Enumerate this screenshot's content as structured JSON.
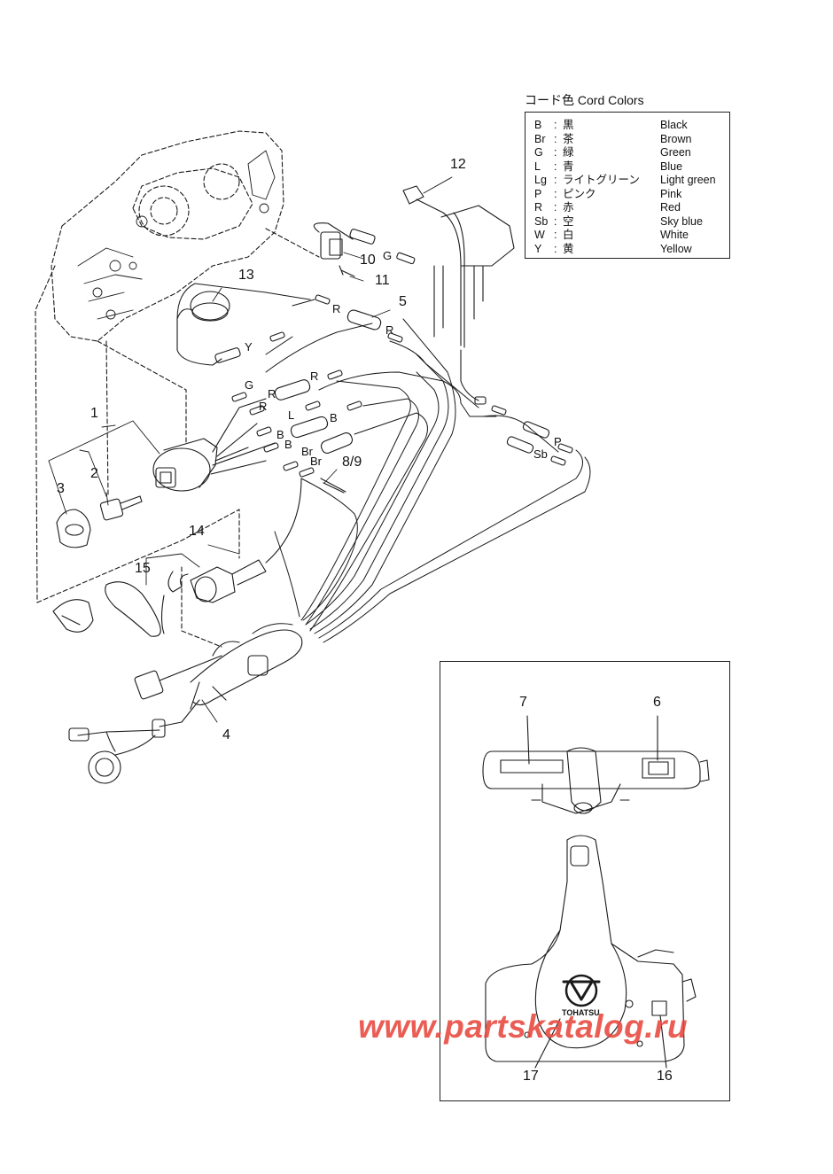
{
  "legend": {
    "title": "コード色   Cord Colors",
    "rows": [
      {
        "code": "B",
        "jp": "黒",
        "en": "Black"
      },
      {
        "code": "Br",
        "jp": "茶",
        "en": "Brown"
      },
      {
        "code": "G",
        "jp": "緑",
        "en": "Green"
      },
      {
        "code": "L",
        "jp": "青",
        "en": "Blue"
      },
      {
        "code": "Lg",
        "jp": "ライトグリーン",
        "en": "Light green"
      },
      {
        "code": "P",
        "jp": "ピンク",
        "en": "Pink"
      },
      {
        "code": "R",
        "jp": "赤",
        "en": "Red"
      },
      {
        "code": "Sb",
        "jp": "空",
        "en": "Sky blue"
      },
      {
        "code": "W",
        "jp": "白",
        "en": "White"
      },
      {
        "code": "Y",
        "jp": "黄",
        "en": "Yellow"
      }
    ]
  },
  "callouts": {
    "c1": "1",
    "c2": "2",
    "c3": "3",
    "c4": "4",
    "c5": "5",
    "c6": "6",
    "c7": "7",
    "c89": "8/9",
    "c10": "10",
    "c11": "11",
    "c12": "12",
    "c13": "13",
    "c14": "14",
    "c15": "15",
    "c16": "16",
    "c17": "17"
  },
  "wire_labels": {
    "g_top": "G",
    "r_5": "R",
    "r_5b": "R",
    "y": "Y",
    "g_left": "G",
    "r_left1": "R",
    "r_left2": "R",
    "r_right": "R",
    "l": "L",
    "b_right": "B",
    "b1": "B",
    "b2": "B",
    "br1": "Br",
    "br2": "Br",
    "p": "P",
    "sb": "Sb"
  },
  "brand_text": "TOHATSU",
  "watermark": "www.partskatalog.ru",
  "colors": {
    "line": "#1a1a1a",
    "watermark": "#e8473d"
  }
}
